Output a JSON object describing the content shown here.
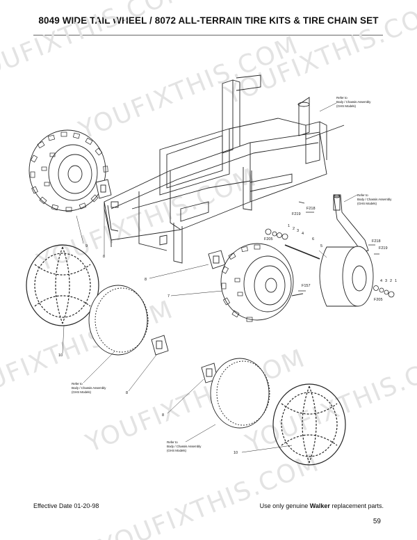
{
  "page": {
    "title": "8049 WIDE TAIL WHEEL / 8072 ALL-TERRAIN TIRE KITS & TIRE CHAIN SET",
    "watermark": "YOUFIXTHIS.COM",
    "footer": {
      "effective_date": "Effective Date 01-20-98",
      "notice_prefix": "Use only genuine",
      "notice_brand": "Walker",
      "notice_suffix": "replacement parts.",
      "page_number": "59"
    }
  },
  "diagram": {
    "ref_notes": [
      {
        "line1": "Refer to",
        "line2": "Body / Chassis Assembly",
        "line3": "(GHS Models)"
      },
      {
        "line1": "Refer to",
        "line2": "Body / Chassis Assembly",
        "line3": "(GHS Models)"
      },
      {
        "line1": "Refer to",
        "line2": "Body / Chassis Assembly",
        "line3": "(GHS Models)"
      },
      {
        "line1": "Refer to",
        "line2": "Body / Chassis Assembly",
        "line3": "(GHS Models)"
      }
    ],
    "callouts": {
      "F218a": "F218",
      "F219a": "F219",
      "F218b": "F218",
      "F219b": "F219",
      "F205a": "F205",
      "F205b": "F205",
      "F157": "F157",
      "n1a": "1",
      "n2a": "2",
      "n3a": "3",
      "n4a": "4",
      "n1b": "1",
      "n2b": "2",
      "n3b": "3",
      "n4b": "4",
      "n5": "5",
      "n6": "6",
      "n7": "7",
      "n8a": "8",
      "n8b": "8",
      "n8c": "8",
      "n8d": "8",
      "n9": "9",
      "n10a": "10",
      "n10b": "10"
    }
  }
}
